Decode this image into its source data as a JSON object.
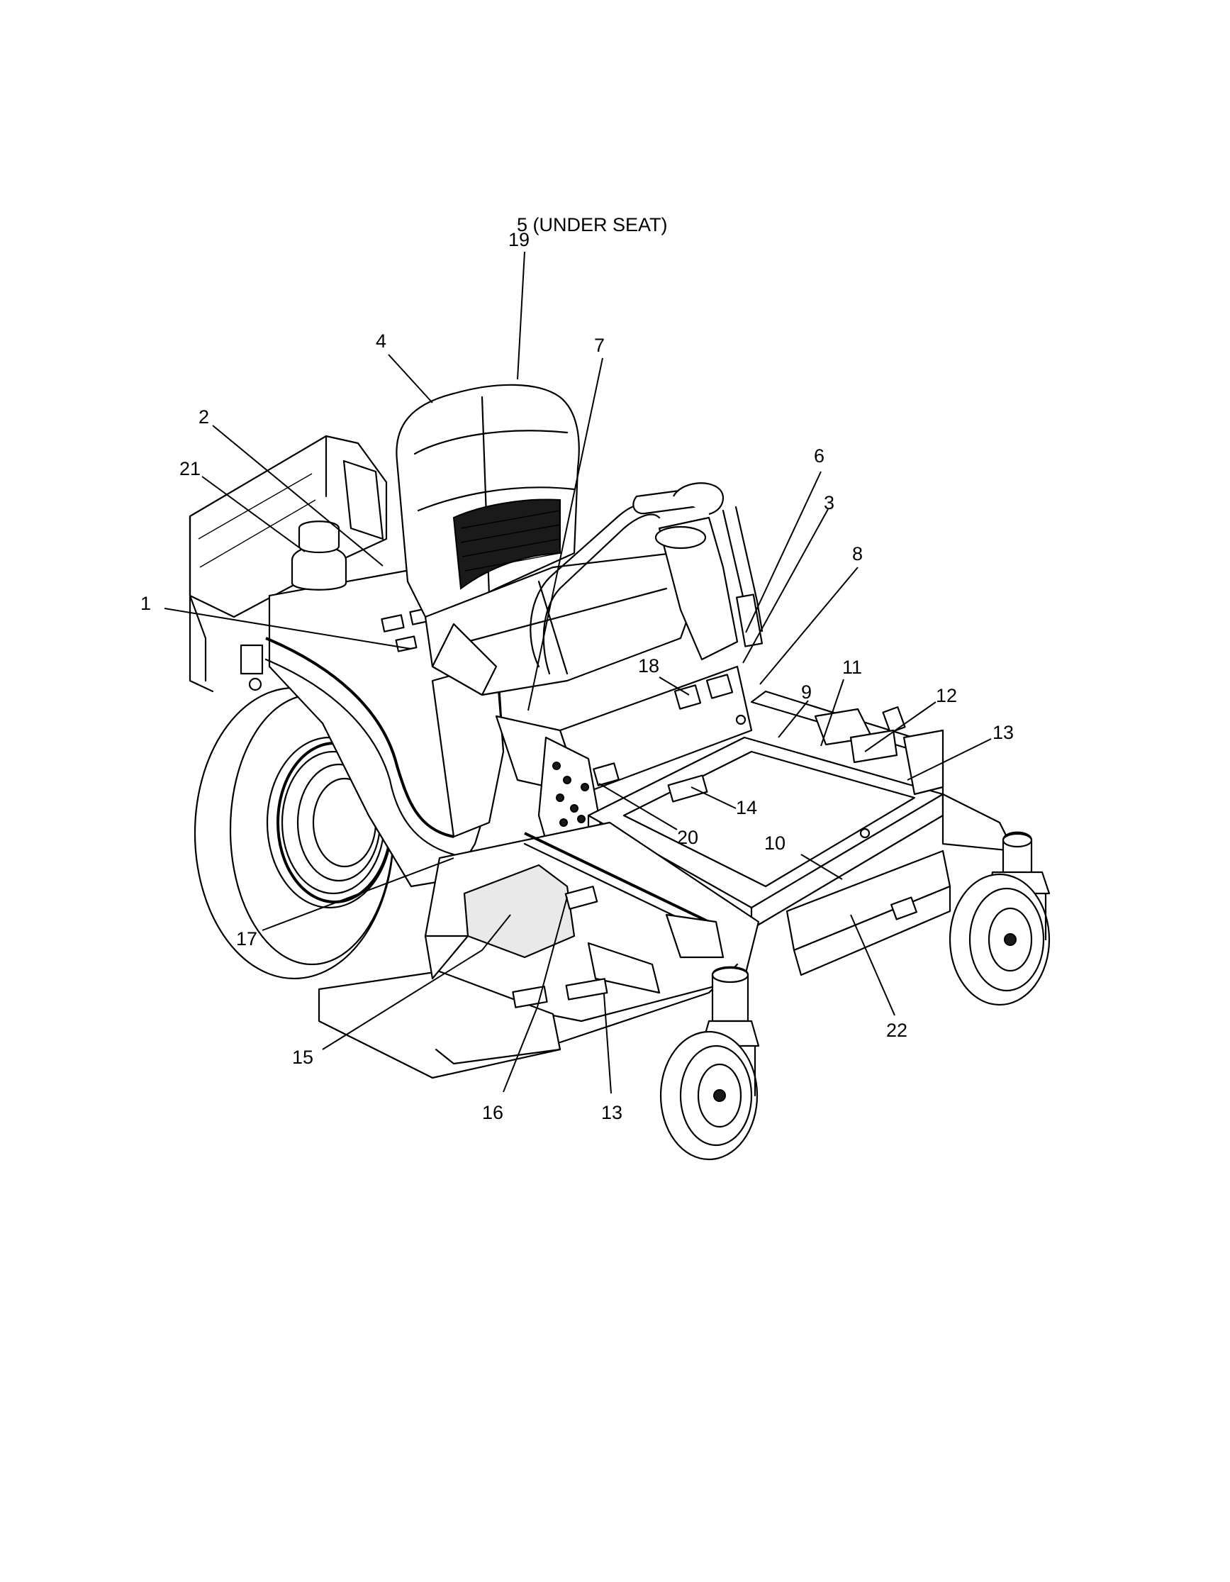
{
  "callouts": {
    "c1": "1",
    "c2": "2",
    "c3": "3",
    "c4": "4",
    "c5": "5 (UNDER SEAT)",
    "c6": "6",
    "c7": "7",
    "c8": "8",
    "c9": "9",
    "c10": "10",
    "c11": "11",
    "c12": "12",
    "c13a": "13",
    "c13b": "13",
    "c14": "14",
    "c15": "15",
    "c16": "16",
    "c17": "17",
    "c18": "18",
    "c19": "19",
    "c20": "20",
    "c21": "21",
    "c22": "22"
  }
}
